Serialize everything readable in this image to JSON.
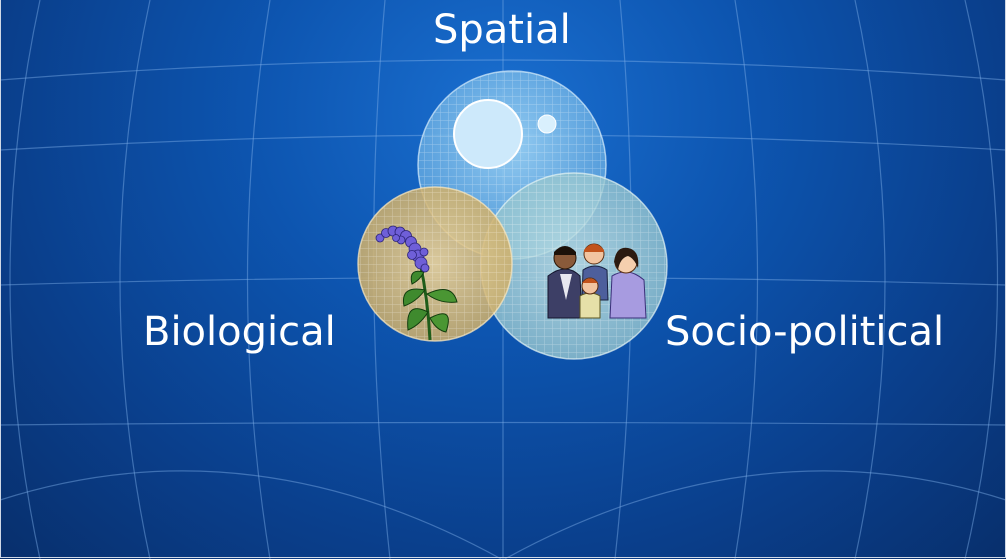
{
  "diagram": {
    "labels": {
      "spatial": "Spatial",
      "biological": "Biological",
      "socio_political": "Socio-political"
    },
    "colors": {
      "background_center": "#1a6fd0",
      "background_edge": "#082f6c",
      "spatial_circle": "#7ec4f0",
      "biological_circle": "#e8c98a",
      "socio_circle": "#b8dde0",
      "grid_lines": "#9fc3ec",
      "label_text": "#ffffff"
    },
    "icons": {
      "spatial": "planet-icon",
      "biological": "flower-plant-icon",
      "socio_political": "family-people-icon"
    }
  }
}
